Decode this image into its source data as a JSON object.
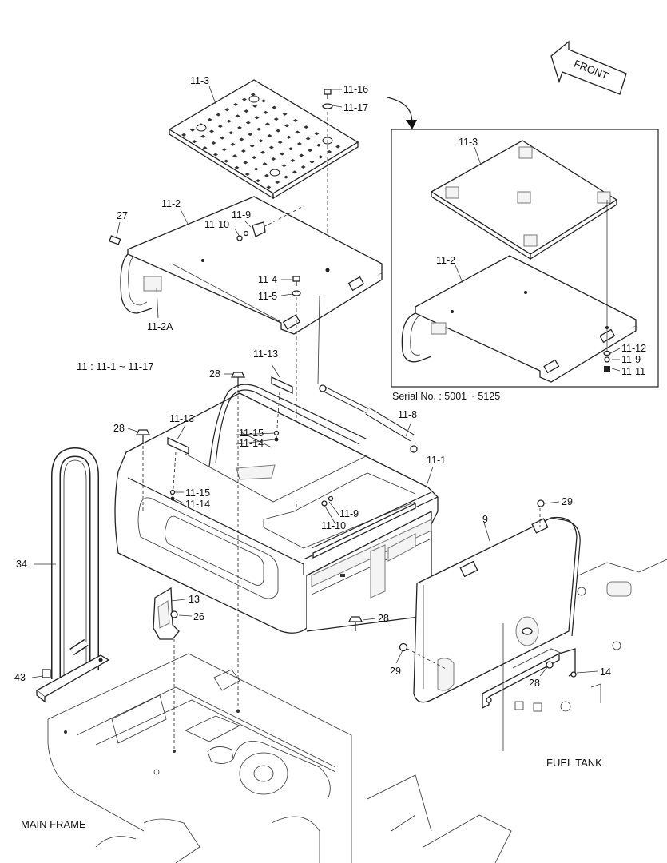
{
  "front_label": "FRONT",
  "assembly_range": "11 : 11-1 ~ 11-17",
  "serial_note": "Serial No. : 5001 ~ 5125",
  "captions": {
    "main_frame": "MAIN FRAME",
    "fuel_tank": "FUEL TANK"
  },
  "labels": {
    "p11_3": "11-3",
    "p11_16": "11-16",
    "p11_17": "11-17",
    "p27": "27",
    "p11_2": "11-2",
    "p11_9a": "11-9",
    "p11_10a": "11-10",
    "p11_4": "11-4",
    "p11_5": "11-5",
    "p11_2A": "11-2A",
    "p11_13a": "11-13",
    "p28a": "28",
    "p11_8": "11-8",
    "p28b": "28",
    "p11_13b": "11-13",
    "p11_15a": "11-15",
    "p11_14a": "11-14",
    "p11_1": "11-1",
    "p11_15b": "11-15",
    "p11_14b": "11-14",
    "p11_9b": "11-9",
    "p11_10b": "11-10",
    "p29a": "29",
    "p9": "9",
    "p34": "34",
    "p13": "13",
    "p26": "26",
    "p28c": "28",
    "p29b": "29",
    "p28d": "28",
    "p14": "14",
    "p43": "43",
    "i11_3": "11-3",
    "i11_2": "11-2",
    "i11_12": "11-12",
    "i11_9": "11-9",
    "i11_11": "11-11"
  }
}
